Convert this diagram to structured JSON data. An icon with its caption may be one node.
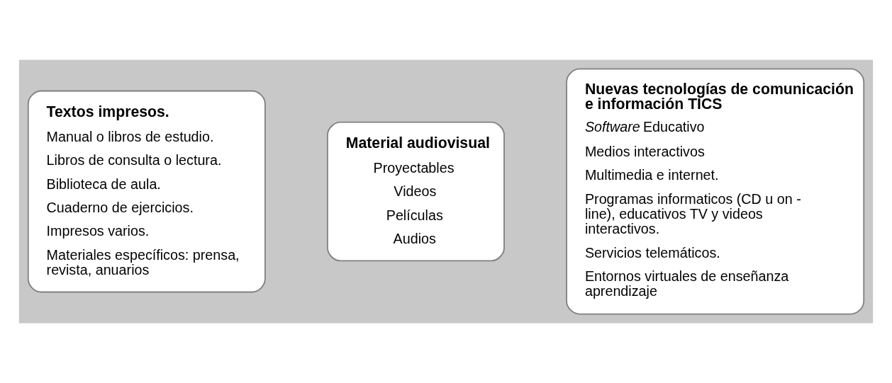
{
  "diagram": {
    "nodes": [
      {
        "text": [],
        "shape": "arrow"
      },
      {
        "text": [
          "Textos impresos.",
          "Manual o libros de estudio.",
          "Libros de consulta o lectura.",
          "Biblioteca de aula.",
          "Cuaderno de ejercicios.",
          "Impresos varios.",
          "Materiales específicos: prensa, revista, anuarios"
        ],
        "in": 0
      },
      {
        "text": [
          "Material audiovisual",
          "Proyectables",
          "Videos",
          "Películas",
          "Audios"
        ],
        "in": 0
      },
      {
        "text": [
          "Nuevas tecnologías de comunicación e información TICS",
          "*Software* Educativo",
          "Medios interactivos",
          "Multimedia e internet.",
          "Programas informaticos (CD u on - line), educativos TV y videos interactivos.",
          "Servicios telemáticos.",
          "Entornos virtuales de enseñanza aprendizaje"
        ],
        "in": 0
      }
    ],
    "edges": []
  }
}
